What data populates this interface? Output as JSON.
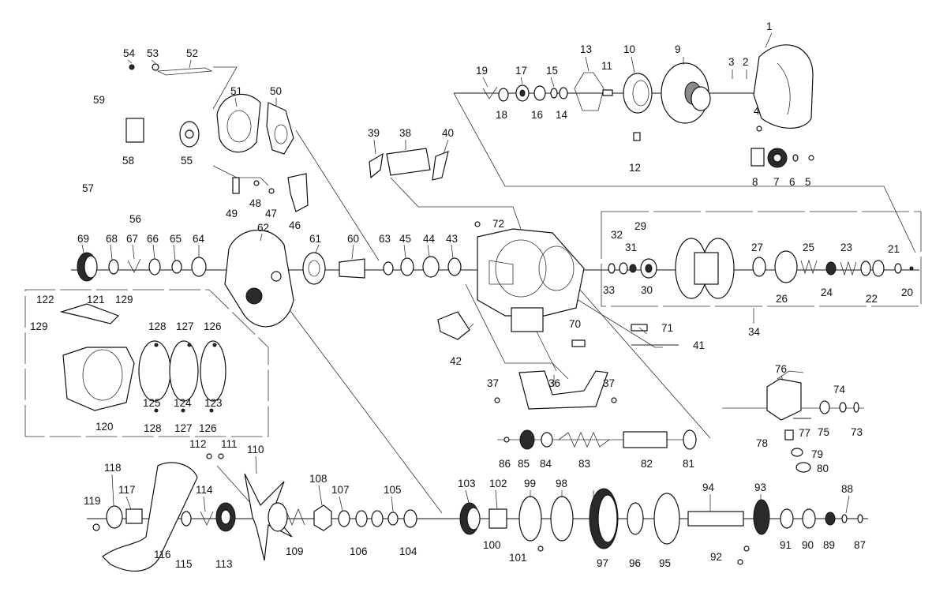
{
  "labels": [
    "1",
    "2",
    "3",
    "4",
    "5",
    "6",
    "7",
    "8",
    "9",
    "10",
    "11",
    "12",
    "13",
    "14",
    "15",
    "16",
    "17",
    "18",
    "19",
    "20",
    "21",
    "22",
    "23",
    "24",
    "25",
    "26",
    "27",
    "29",
    "30",
    "31",
    "32",
    "33",
    "34",
    "36",
    "37",
    "37",
    "38",
    "39",
    "40",
    "41",
    "42",
    "43",
    "44",
    "45",
    "46",
    "47",
    "48",
    "49",
    "50",
    "51",
    "52",
    "53",
    "54",
    "55",
    "56",
    "57",
    "58",
    "59",
    "60",
    "61",
    "62",
    "63",
    "64",
    "65",
    "66",
    "67",
    "68",
    "69",
    "70",
    "71",
    "72",
    "73",
    "74",
    "75",
    "76",
    "77",
    "78",
    "79",
    "80",
    "81",
    "82",
    "83",
    "84",
    "85",
    "86",
    "87",
    "88",
    "89",
    "90",
    "91",
    "92",
    "93",
    "94",
    "95",
    "96",
    "97",
    "98",
    "99",
    "100",
    "101",
    "102",
    "103",
    "104",
    "105",
    "106",
    "107",
    "108",
    "109",
    "110",
    "111",
    "112",
    "113",
    "114",
    "115",
    "116",
    "117",
    "118",
    "119",
    "120",
    "121",
    "122",
    "123",
    "124",
    "125",
    "126",
    "126",
    "127",
    "127",
    "128",
    "128",
    "129",
    "129"
  ]
}
